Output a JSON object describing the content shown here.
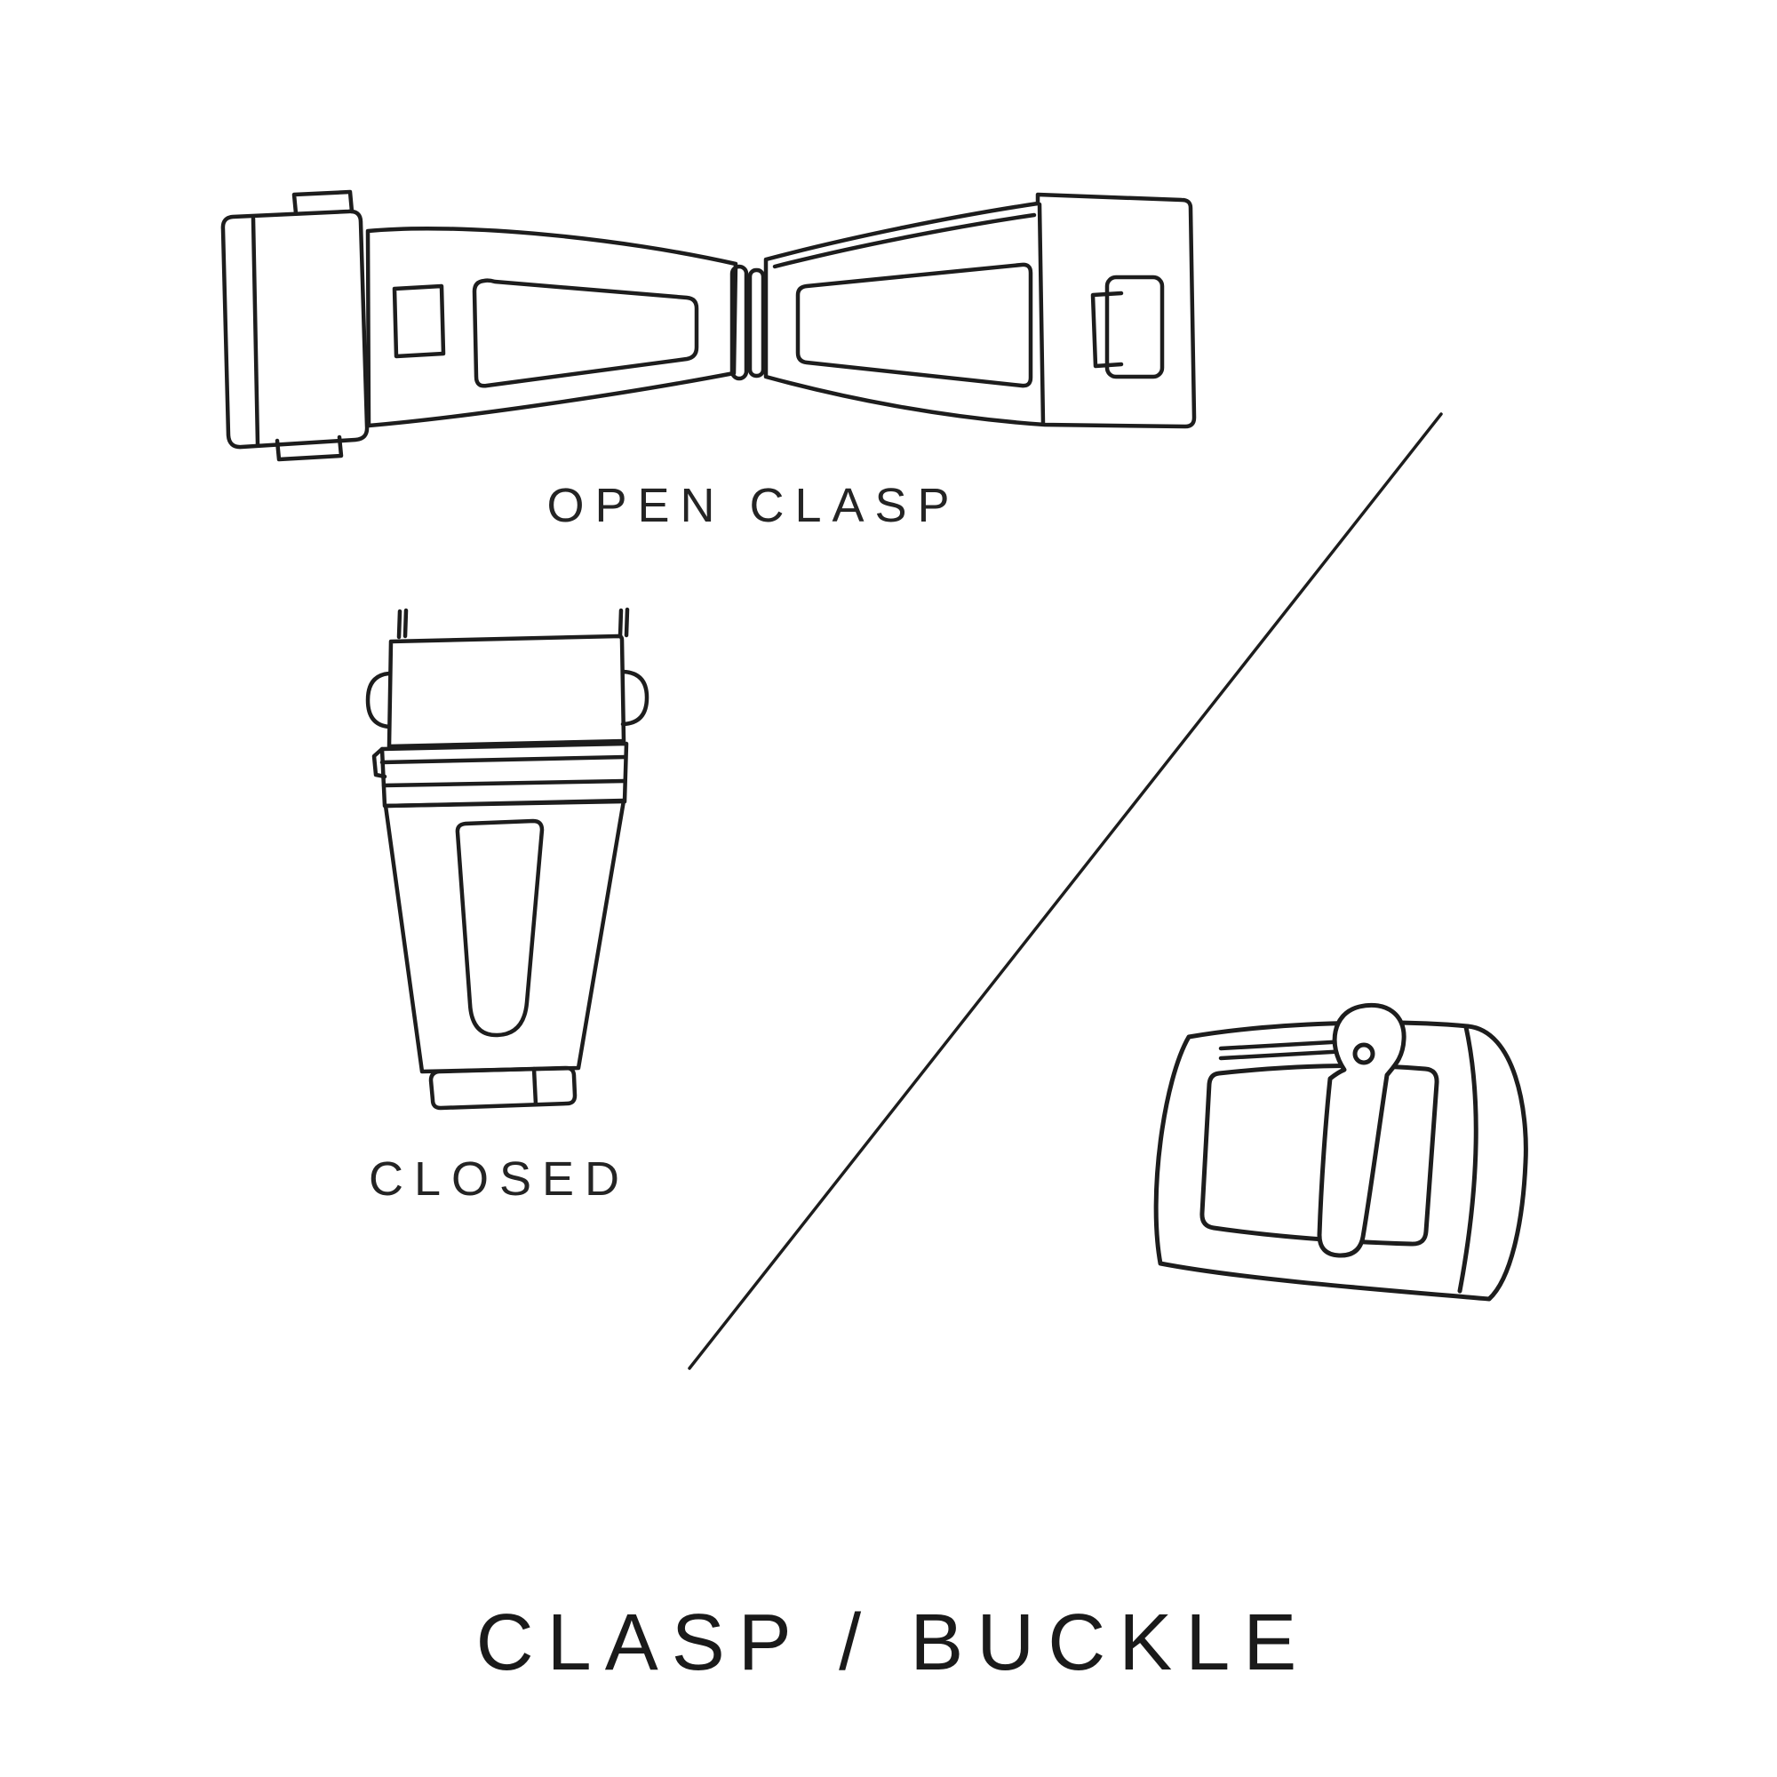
{
  "page": {
    "background_color": "#ffffff",
    "line_color": "#1d1d1d",
    "text_color": "#1a1a1a"
  },
  "diagram": {
    "title": "CLASP / BUCKLE",
    "labels": {
      "open_clasp": "OPEN CLASP",
      "closed": "CLOSED"
    },
    "illustrations": [
      {
        "name": "open-clasp-illustration",
        "description": "watch deployant clasp shown open, top view"
      },
      {
        "name": "closed-clasp-illustration",
        "description": "watch clasp shown closed, top view"
      },
      {
        "name": "buckle-illustration",
        "description": "watch strap pin buckle, perspective view"
      },
      {
        "name": "divider-line",
        "description": "diagonal line separating clasp and buckle"
      }
    ]
  }
}
